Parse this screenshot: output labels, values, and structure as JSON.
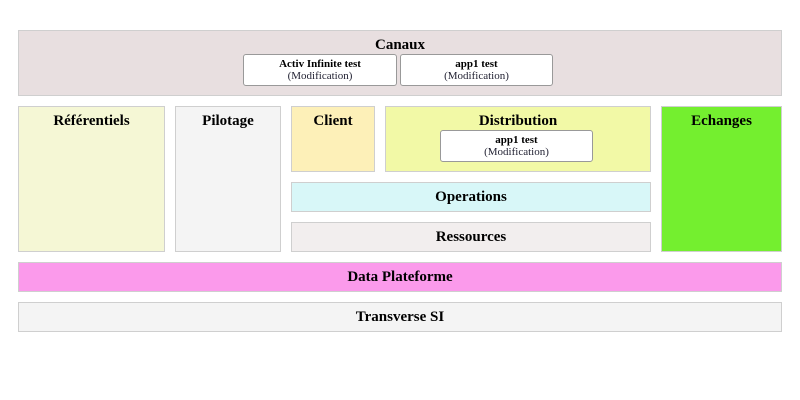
{
  "blocks": {
    "canaux": {
      "title": "Canaux",
      "color": "#e8dfe0",
      "apps": [
        {
          "name": "Activ Infinite test",
          "status": "(Modification)"
        },
        {
          "name": "app1 test",
          "status": "(Modification)"
        }
      ]
    },
    "referentiels": {
      "title": "Référentiels",
      "color": "#f5f7d5"
    },
    "pilotage": {
      "title": "Pilotage",
      "color": "#f4f4f4"
    },
    "client": {
      "title": "Client",
      "color": "#fdf0b8"
    },
    "distribution": {
      "title": "Distribution",
      "color": "#f2f9a6",
      "apps": [
        {
          "name": "app1 test",
          "status": "(Modification)"
        }
      ]
    },
    "echanges": {
      "title": "Echanges",
      "color": "#74ef2f"
    },
    "operations": {
      "title": "Operations",
      "color": "#d8f7f8"
    },
    "ressources": {
      "title": "Ressources",
      "color": "#f2eeee"
    },
    "data": {
      "title": "Data Plateforme",
      "color": "#fb9aeb"
    },
    "transverse": {
      "title": "Transverse SI",
      "color": "#f4f4f4"
    }
  }
}
